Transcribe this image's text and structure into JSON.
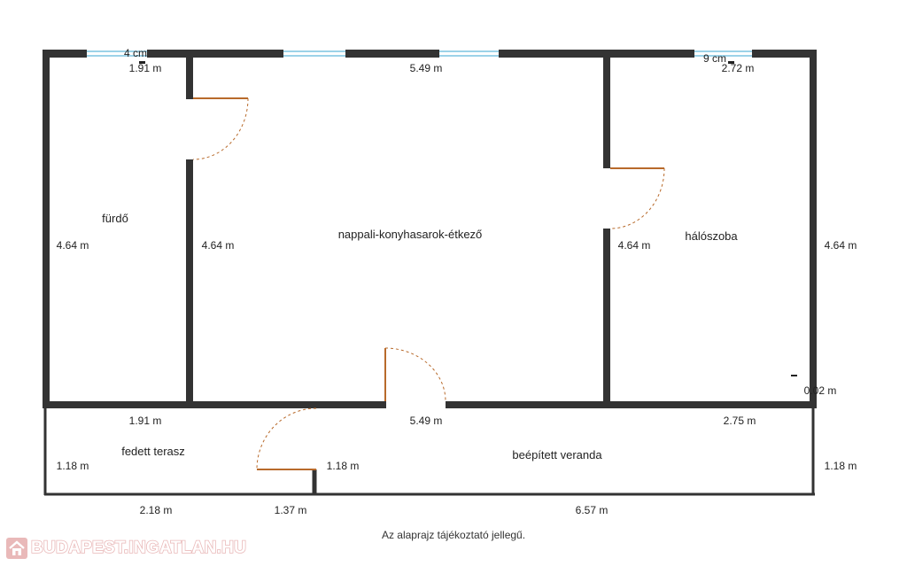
{
  "plan": {
    "rooms": {
      "bathroom": "fürdő",
      "living": "nappali-konyhasarok-étkező",
      "bedroom": "hálószoba",
      "terrace": "fedett terasz",
      "veranda": "beépített veranda"
    },
    "dimensions": {
      "top_small_left": "4 cm",
      "top_left": "1.91 m",
      "top_mid": "5.49 m",
      "top_small_right": "9 cm",
      "top_right": "2.72 m",
      "bath_left_h": "4.64 m",
      "bath_right_h": "4.64 m",
      "bed_left_h": "4.64 m",
      "right_h": "4.64 m",
      "corner": "0.02 m",
      "mid_left": "1.91 m",
      "mid_mid": "5.49 m",
      "mid_right": "2.75 m",
      "ter_left_h": "1.18 m",
      "ter_mid_h": "1.18 m",
      "ver_right_h": "1.18 m",
      "bot_left": "2.18 m",
      "bot_mid": "1.37 m",
      "bot_right": "6.57 m"
    }
  },
  "footer": {
    "note": "Az alaprajz tájékoztató jellegű.",
    "logo_text": "BUDAPEST.INGATLAN.HU"
  },
  "colors": {
    "wall": "#333333",
    "window": "#7cc3e0",
    "door": "#b86a2b",
    "logo": "#e9b9b9"
  }
}
